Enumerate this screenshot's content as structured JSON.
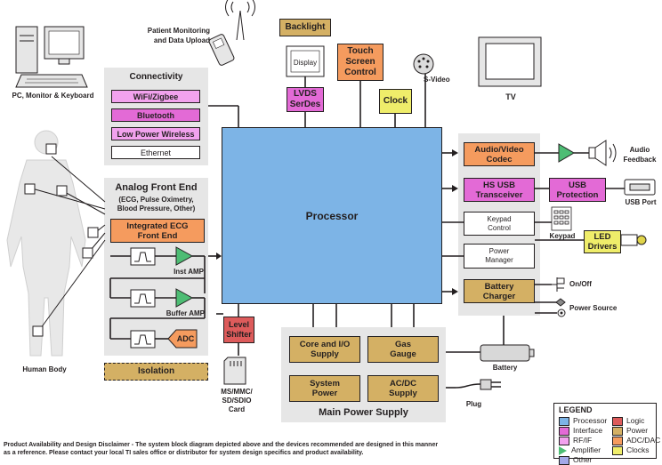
{
  "processor": "Processor",
  "backlight": "Backlight",
  "display": "Display",
  "lvds": "LVDS\nSerDes",
  "touch": "Touch\nScreen\nControl",
  "clock": "Clock",
  "svideo": "S-Video",
  "tv": "TV",
  "patient": "Patient Monitoring\nand Data Upload",
  "pc": "PC, Monitor & Keyboard",
  "connectivity": {
    "title": "Connectivity",
    "items": [
      "WiFi/Zigbee",
      "Bluetooth",
      "Low Power Wireless",
      "Ethernet"
    ]
  },
  "afe": {
    "title": "Analog Front End",
    "subtitle": "(ECG, Pulse Oximetry,\nBlood Pressure, Other)",
    "ecg": "Integrated ECG\nFront End",
    "inst_amp": "Inst AMP",
    "buffer_amp": "Buffer AMP",
    "adc": "ADC"
  },
  "human_body": "Human Body",
  "isolation": "Isolation",
  "level_shifter": "Level\nShifter",
  "sd_card": "MS/MMC/\nSD/SDIO\nCard",
  "right": {
    "av_codec": "Audio/Video\nCodec",
    "audio_feedback": "Audio\nFeedback",
    "hs_usb": "HS USB\nTransceiver",
    "usb_protection": "USB\nProtection",
    "usb_port": "USB Port",
    "keypad_control": "Keypad\nControl",
    "keypad": "Keypad",
    "led_drivers": "LED\nDrivers",
    "power_manager": "Power\nManager",
    "battery_charger": "Battery\nCharger",
    "on_off": "On/Off",
    "power_source": "Power Source",
    "battery": "Battery"
  },
  "power": {
    "title": "Main Power Supply",
    "core_io": "Core and I/O\nSupply",
    "gas_gauge": "Gas\nGauge",
    "system_power": "System\nPower",
    "acdc": "AC/DC\nSupply",
    "plug": "Plug"
  },
  "legend": {
    "title": "LEGEND",
    "items": [
      {
        "label": "Processor",
        "color": "#7db4e6"
      },
      {
        "label": "Logic",
        "color": "#dd5b5b"
      },
      {
        "label": "Interface",
        "color": "#e36ad6"
      },
      {
        "label": "Power",
        "color": "#d4b064"
      },
      {
        "label": "RF/IF",
        "color": "#f2a2ee"
      },
      {
        "label": "ADC/DAC",
        "color": "#f59b5e"
      },
      {
        "label": "Amplifier",
        "color": "#4dbd74"
      },
      {
        "label": "Clocks",
        "color": "#efed6a"
      },
      {
        "label": "Other",
        "color": "#a3a8e8"
      }
    ]
  },
  "disclaimer": "Product Availability and Design Disclaimer - The system block diagram depicted above and the devices recommended  are designed in this manner\nas a reference. Please contact your local TI sales office or distributor for system design specifics and product availability."
}
